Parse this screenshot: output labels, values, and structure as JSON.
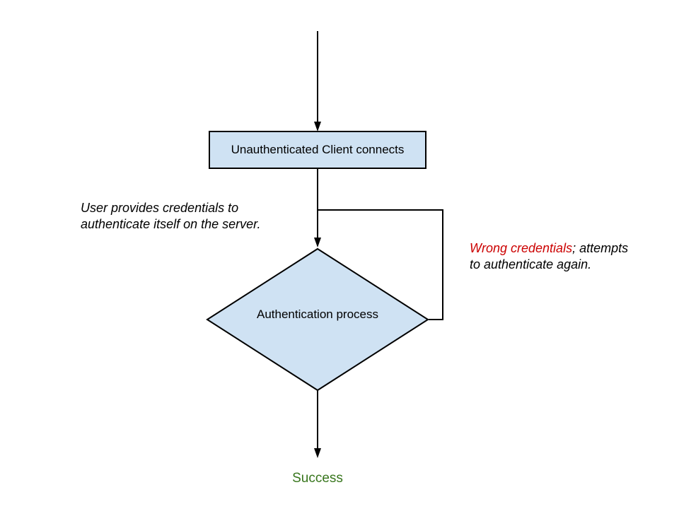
{
  "diagram": {
    "type": "flowchart",
    "background": "#ffffff",
    "colors": {
      "node_fill": "#cfe2f3",
      "node_border": "#000000",
      "connector": "#000000",
      "text": "#000000",
      "error_text": "#cc0000",
      "success_text": "#38761d"
    },
    "nodes": [
      {
        "id": "client-connects",
        "shape": "rectangle",
        "label": "Unauthenticated Client connects"
      },
      {
        "id": "auth-process",
        "shape": "diamond",
        "label": "Authentication process"
      }
    ],
    "edges": [
      {
        "from": "start",
        "to": "client-connects",
        "arrow": true
      },
      {
        "from": "client-connects",
        "to": "auth-process",
        "arrow": true
      },
      {
        "from": "auth-process",
        "to": "client-connects-connector",
        "arrow": false,
        "kind": "retry-loop"
      },
      {
        "from": "auth-process",
        "to": "success",
        "arrow": true
      }
    ],
    "annotations": {
      "left_note": {
        "line1": "User provides credentials to",
        "line2": "authenticate itself on the server."
      },
      "right_note": {
        "error_part": "Wrong credentials",
        "rest_line1": "; attempts",
        "line2": "to authenticate again."
      },
      "end_label": {
        "text": "Success"
      }
    }
  }
}
